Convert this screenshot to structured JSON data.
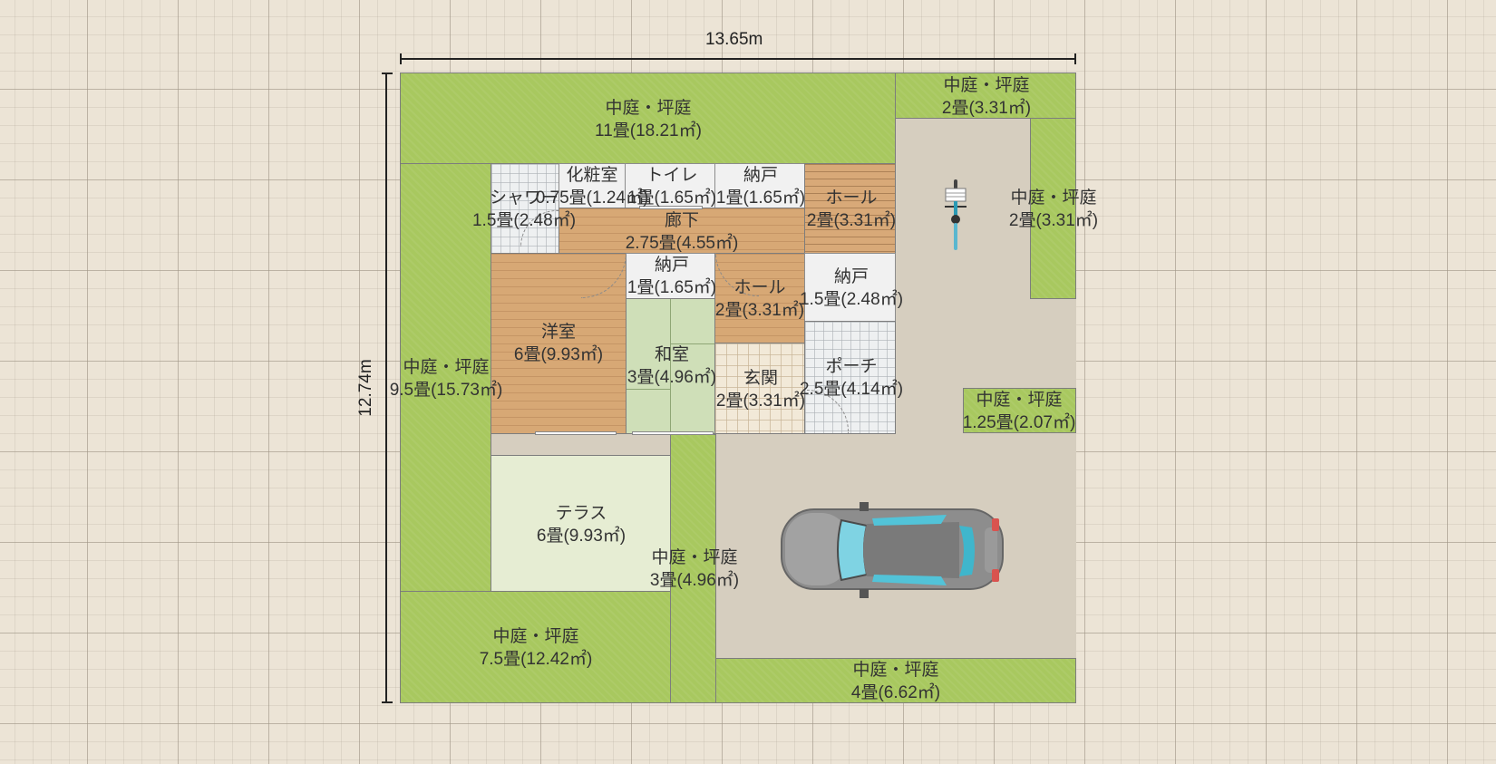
{
  "dimensions": {
    "width": "13.65m",
    "height": "12.74m"
  },
  "rooms": {
    "niwa_top": {
      "name": "中庭・坪庭",
      "area": "11畳(18.21㎡)"
    },
    "niwa_topright": {
      "name": "中庭・坪庭",
      "area": "2畳(3.31㎡)"
    },
    "niwa_right": {
      "name": "中庭・坪庭",
      "area": "2畳(3.31㎡)"
    },
    "niwa_left": {
      "name": "中庭・坪庭",
      "area": "9.5畳(15.73㎡)"
    },
    "niwa_small": {
      "name": "中庭・坪庭",
      "area": "1.25畳(2.07㎡)"
    },
    "niwa_mid": {
      "name": "中庭・坪庭",
      "area": "3畳(4.96㎡)"
    },
    "niwa_bottomleft": {
      "name": "中庭・坪庭",
      "area": "7.5畳(12.42㎡)"
    },
    "niwa_bottom": {
      "name": "中庭・坪庭",
      "area": "4畳(6.62㎡)"
    },
    "shower": {
      "name": "シャワー",
      "area": "1.5畳(2.48㎡)"
    },
    "keshoushitsu": {
      "name": "化粧室",
      "area": "0.75畳(1.24㎡)"
    },
    "toilet": {
      "name": "トイレ",
      "area": "1畳(1.65㎡)"
    },
    "nando1": {
      "name": "納戸",
      "area": "1畳(1.65㎡)"
    },
    "hall1": {
      "name": "ホール",
      "area": "2畳(3.31㎡)"
    },
    "rouka": {
      "name": "廊下",
      "area": "2.75畳(4.55㎡)"
    },
    "nando2": {
      "name": "納戸",
      "area": "1畳(1.65㎡)"
    },
    "hall2": {
      "name": "ホール",
      "area": "2畳(3.31㎡)"
    },
    "nando3": {
      "name": "納戸",
      "area": "1.5畳(2.48㎡)"
    },
    "youshitsu": {
      "name": "洋室",
      "area": "6畳(9.93㎡)"
    },
    "washitsu": {
      "name": "和室",
      "area": "3畳(4.96㎡)"
    },
    "genkan": {
      "name": "玄関",
      "area": "2畳(3.31㎡)"
    },
    "porch": {
      "name": "ポーチ",
      "area": "2.5畳(4.14㎡)"
    },
    "terrace": {
      "name": "テラス",
      "area": "6畳(9.93㎡)"
    }
  },
  "objects": [
    "car-icon",
    "bicycle-icon"
  ],
  "colors": {
    "lawn": "#a8c85f",
    "floor_wood": "#d7a875",
    "background": "#ece4d6",
    "paving": "#d6cebf"
  }
}
